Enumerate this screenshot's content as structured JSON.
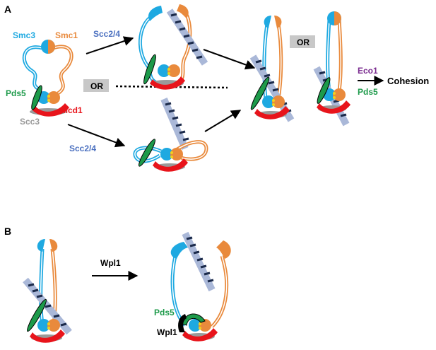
{
  "panels": {
    "a": "A",
    "b": "B"
  },
  "labels": {
    "smc3": "Smc3",
    "smc1": "Smc1",
    "pds5": "Pds5",
    "scc3": "Scc3",
    "mcd1": "Mcd1",
    "scc24_top": "Scc2/4",
    "scc24_bottom": "Scc2/4",
    "or_1": "OR",
    "or_2": "OR",
    "eco1": "Eco1",
    "pds5_right": "Pds5",
    "cohesion": "Cohesion",
    "wpl1_arrow": "Wpl1",
    "pds5_b": "Pds5",
    "wpl1_b": "Wpl1"
  },
  "colors": {
    "smc3": "#1ea9e1",
    "smc1": "#e98a3c",
    "pds5": "#1d9a4a",
    "scc3": "#9a9a9a",
    "mcd1": "#e8141b",
    "scc24": "#4a6fbf",
    "eco1": "#7a2b8f",
    "or_box": "#c8c8c8",
    "dna": "#1b2a4a",
    "hinge_dot": "#f2d21b"
  }
}
